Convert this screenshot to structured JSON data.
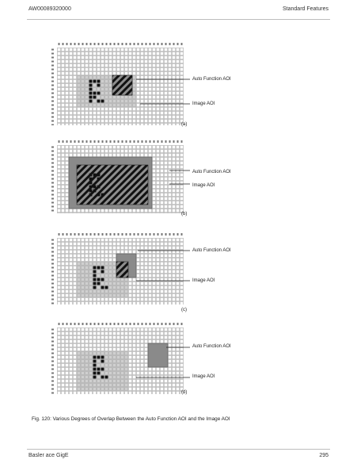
{
  "header": {
    "doc_id": "AW00089320000",
    "section": "Standard Features"
  },
  "figures": [
    {
      "sublabel": "(a)",
      "auto_label": "Auto Function AOI",
      "image_label": "Image AOI"
    },
    {
      "sublabel": "(b)",
      "auto_label": "Auto Function AOI",
      "image_label": "Image AOI"
    },
    {
      "sublabel": "(c)",
      "auto_label": "Auto Function AOI",
      "image_label": "Image AOI"
    },
    {
      "sublabel": "(d)",
      "auto_label": "Auto Function AOI",
      "image_label": "Image AOI"
    }
  ],
  "caption": "Fig. 120: Various Degrees of Overlap Between the Auto Function AOI and the Image AOI",
  "footer": {
    "product": "Basler ace GigE",
    "page_number": "295"
  }
}
